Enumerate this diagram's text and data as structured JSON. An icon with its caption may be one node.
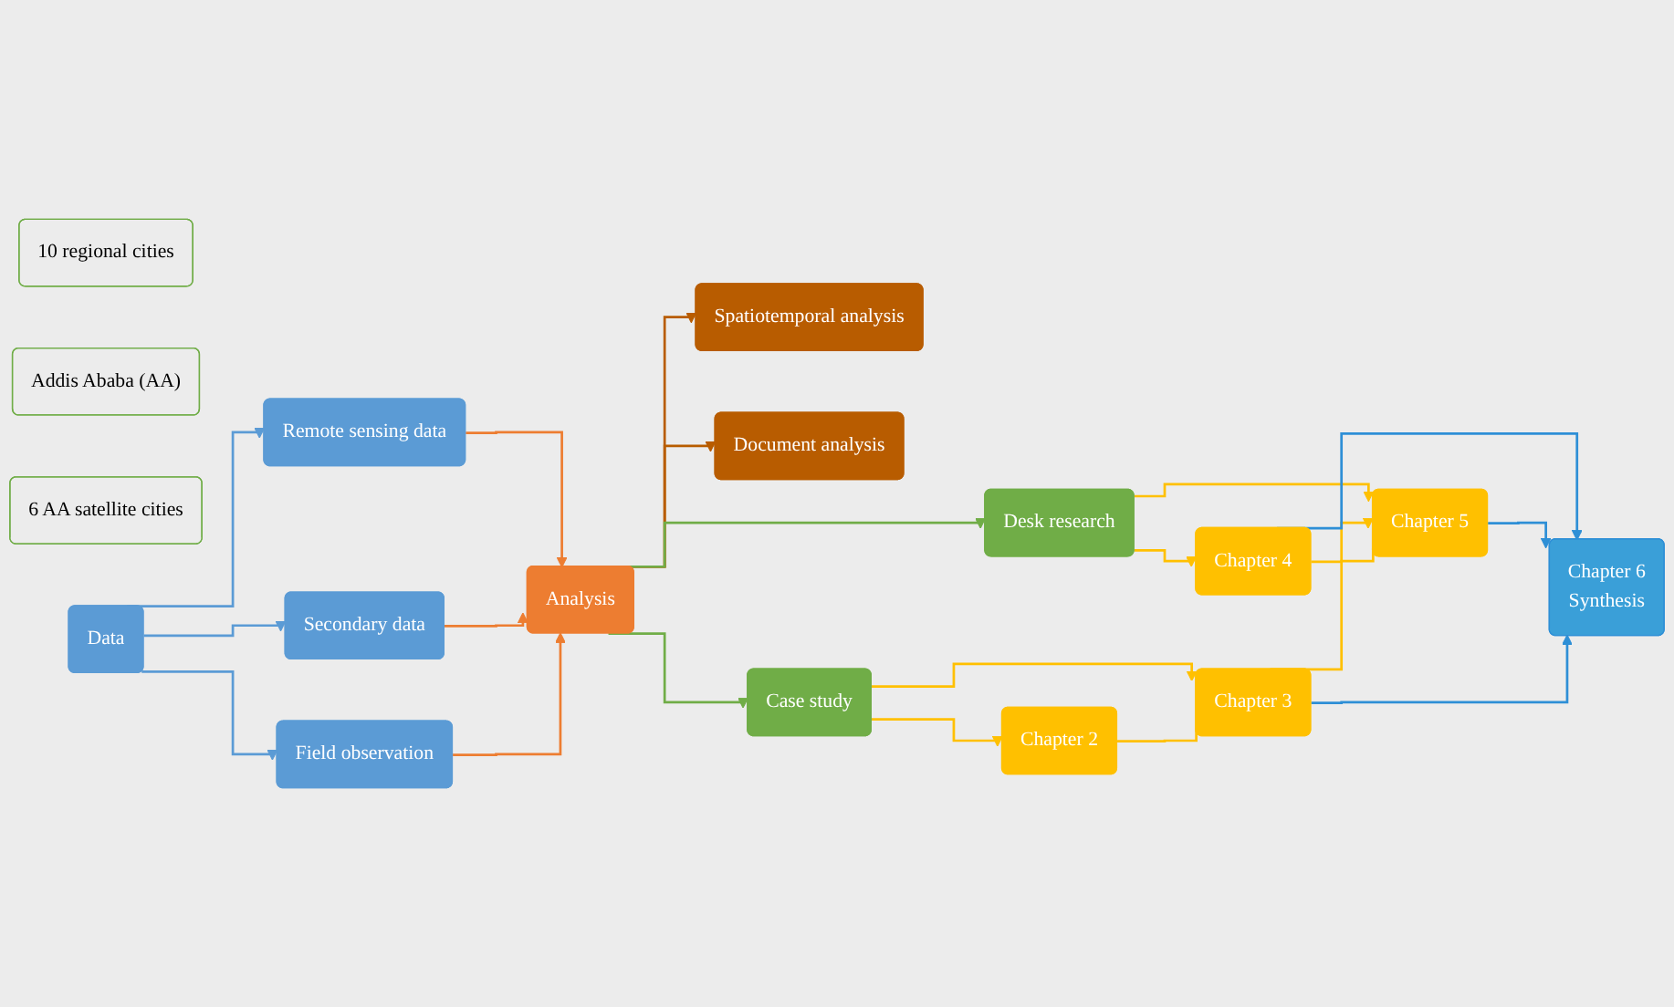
{
  "diagram": {
    "nodes": [
      {
        "text": [
          "Data"
        ]
      },
      {
        "text": [
          "Remote sensing data"
        ]
      },
      {
        "text": [
          "Secondary data"
        ]
      },
      {
        "text": [
          "Field observation"
        ]
      },
      {
        "text": [
          "Analysis"
        ]
      },
      {
        "text": [
          "Spatiotemporal analysis"
        ]
      },
      {
        "text": [
          "Document analysis"
        ]
      },
      {
        "text": [
          "Case study"
        ]
      },
      {
        "text": [
          "10 regional cities"
        ]
      },
      {
        "text": [
          "Addis Ababa (AA)"
        ]
      },
      {
        "text": [
          "6 AA satellite cities"
        ]
      },
      {
        "text": [
          "Chapter 2"
        ]
      },
      {
        "text": [
          "Chapter 3"
        ]
      },
      {
        "text": [
          "Desk research"
        ]
      },
      {
        "text": [
          "Chapter 4"
        ]
      },
      {
        "text": [
          "Chapter 5"
        ]
      },
      {
        "text": [
          "Chapter 6",
          "Synthesis"
        ]
      }
    ],
    "edges": [
      {
        "from": 0,
        "to": 1,
        "arrow": "to",
        "color": "#5b9bd5"
      },
      {
        "from": 0,
        "to": 2,
        "arrow": "to",
        "color": "#5b9bd5"
      },
      {
        "from": 0,
        "to": 3,
        "arrow": "to",
        "color": "#5b9bd5"
      },
      {
        "from": 1,
        "to": 4,
        "arrow": "to",
        "color": "#ed7d31"
      },
      {
        "from": 2,
        "to": 4,
        "arrow": "to",
        "color": "#ed7d31"
      },
      {
        "from": 3,
        "to": 4,
        "arrow": "to",
        "color": "#ed7d31"
      },
      {
        "from": 4,
        "to": 5,
        "arrow": "to",
        "color": "#b85c00"
      },
      {
        "from": 4,
        "to": 6,
        "arrow": "to",
        "color": "#b85c00"
      },
      {
        "from": 4,
        "to": 7,
        "arrow": "to",
        "color": "#70ad47"
      },
      {
        "from": 4,
        "to": 13,
        "arrow": "to",
        "color": "#70ad47"
      },
      {
        "from": 7,
        "to": 11,
        "arrow": "to",
        "color": "#ffc000"
      },
      {
        "from": 7,
        "to": 12,
        "arrow": "to",
        "color": "#ffc000"
      },
      {
        "from": 11,
        "to": 12,
        "arrow": "none",
        "color": "#ffc000"
      },
      {
        "from": 13,
        "to": 14,
        "arrow": "to",
        "color": "#ffc000"
      },
      {
        "from": 13,
        "to": 15,
        "arrow": "to",
        "color": "#ffc000"
      },
      {
        "from": 12,
        "to": 15,
        "arrow": "to",
        "color": "#ffc000"
      },
      {
        "from": 14,
        "to": 15,
        "arrow": "none",
        "color": "#ffc000"
      },
      {
        "from": 14,
        "to": 16,
        "arrow": "to",
        "color": "#2e8fd6"
      },
      {
        "from": 15,
        "to": 16,
        "arrow": "to",
        "color": "#2e8fd6"
      },
      {
        "from": 12,
        "to": 16,
        "arrow": "to",
        "color": "#2e8fd6"
      }
    ]
  }
}
